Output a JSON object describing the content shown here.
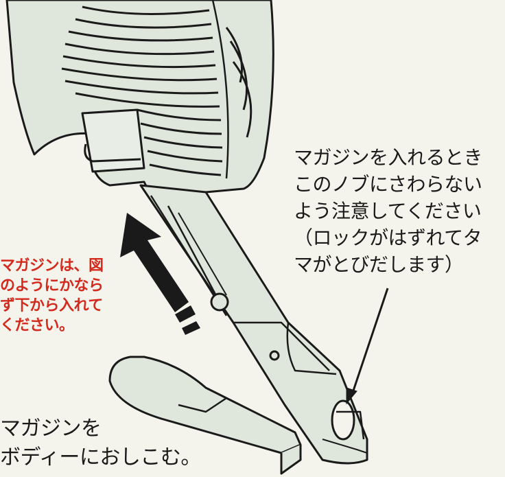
{
  "notes": {
    "knob_warning": {
      "lines": [
        "マガジンを入れるとき",
        "このノブにさわらない",
        "よう注意してください",
        "（ロックがはずれてタ",
        "マがとびだします）"
      ]
    },
    "insert_direction": {
      "lines": [
        "マガジンは、図",
        "のようにかなら",
        "ず下から入れて",
        "ください。"
      ],
      "color": "#d42a1e"
    },
    "push_in": {
      "lines": [
        "マガジンを",
        "ボディーにおしこむ。"
      ]
    }
  },
  "colors": {
    "background": "#f4f3ec",
    "part_fill": "#dfe7dc",
    "line": "#1a1a1a"
  }
}
